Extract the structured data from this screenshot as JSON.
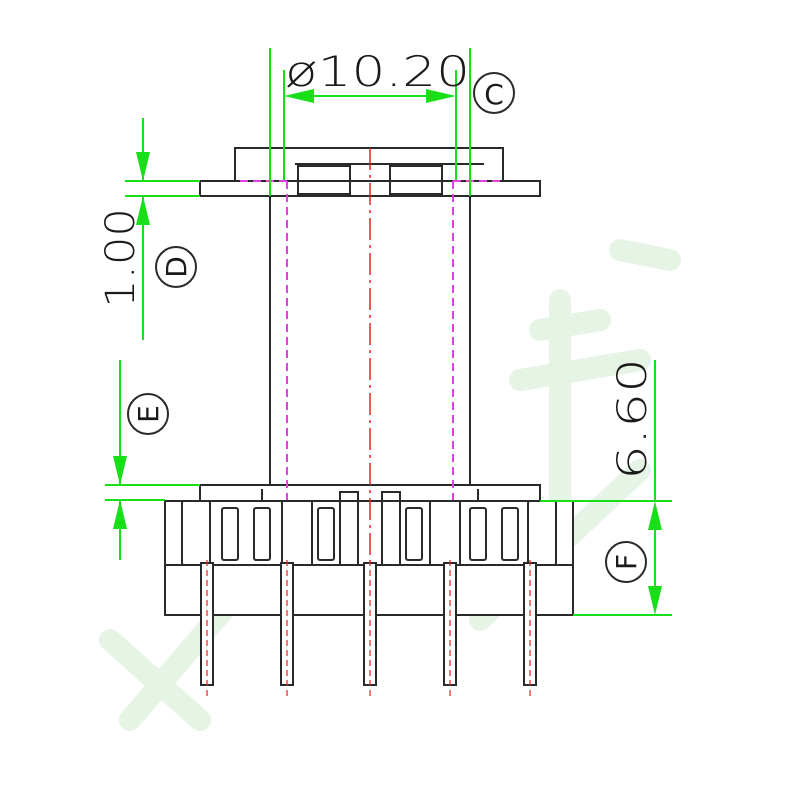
{
  "dimensions": {
    "diameter": "ø10.20",
    "height_flange": "1.00",
    "height_lower": "6.60"
  },
  "callouts": {
    "c": "C",
    "d": "D",
    "e": "E",
    "f": "F"
  },
  "colors": {
    "dimension": "#18e018",
    "hidden": "#e040e0",
    "centerline": "#ee2020",
    "outline": "#2a2a2a"
  }
}
